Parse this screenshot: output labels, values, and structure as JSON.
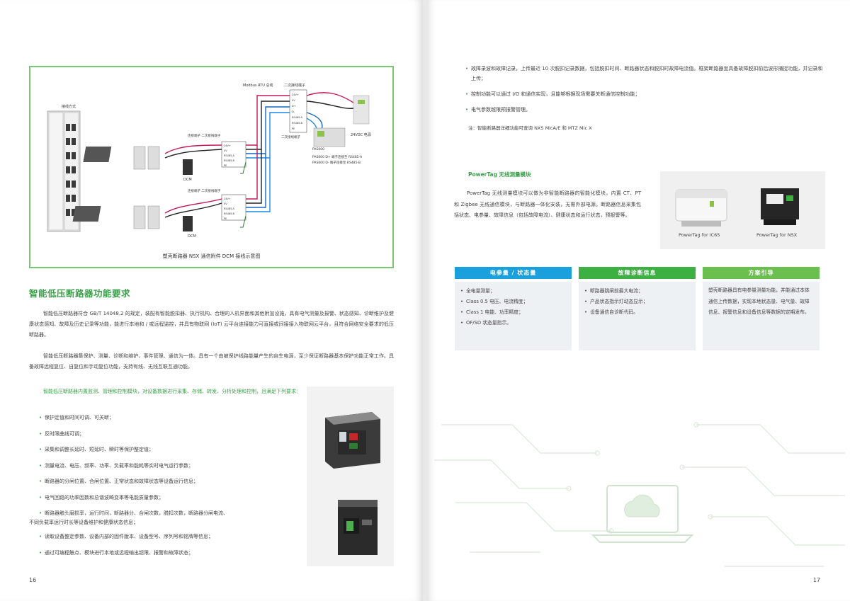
{
  "left_page": {
    "diagram": {
      "caption": "塑壳断路器 NSX 通信附件 DCM 接线示意图",
      "label_cabinet": "接线方式",
      "label_modbus": "Modbus RTU 总线",
      "label_secondary": "二次接线端子",
      "label_mid_top": "连接端子 二次接线端子",
      "label_mid_bot": "连接端子 二次接线端子",
      "label_dcm_1": "DCM",
      "label_dcm_2": "DCM",
      "label_24v": "24VDC 电源",
      "label_pas600": "PAS600",
      "label_pas600_1": "PAS600 D+ 端子连接至 RS485-A",
      "label_pas600_2": "PAS600 D- 端子连接至 RS485-B",
      "label_side": "二次接线端子",
      "terminals_top": [
        "24V+",
        "0V",
        "D+",
        "D-",
        "RS485-A",
        "RS485-B",
        "PE"
      ],
      "terminals_mid": [
        "24V+",
        "0V",
        "RS485-A",
        "RS485-B",
        "PE"
      ]
    },
    "title": "智能低压断路器功能要求",
    "para1": "智能低压断路器符合 GB/T 14048.2 的规定，装配有智能脱扣器、执行机构、合理的人机界面和其他附加设施，具有电气测量及报警、状态感知、诊断维护及健康状态感知、故障及历史记录等功能，能进行本地和 / 或远程监控，并具有物联网 (IoT) 云平台连接能力可直接或间接接入物联网云平台，且符合网络安全要求的低压断路器。",
    "para2": "智能低压断路器集保护、测量、诊断和维护、事件管理、通信为一体。具有一个由被保护线路能量产生的自生电源，至少保证断路器基本保护功能正常工作。具备故障远程复位、自复位和手动复位功能，支持有线、无线互联互通功能。",
    "green_intro": "智能低压断路器内置监测、管理和控制模块，对设备数据进行采集、存储、转发、分析处理和控制，且满足下列要求：",
    "bullets": [
      "保护定值和时间可调、可关断；",
      "反时限曲线可调；",
      "采集和调整长延时、短延时、瞬时等保护整定值；",
      "测量电流、电压、频率、功率、负载率和能耗等实时电气运行参数；",
      "断路器的分闸位置、合闸位置、正常状态和故障状态等设备运行信息；",
      "电气回路的功率因数和总谐波畸变率等电能质量参数；",
      "断路器触头磨损率，运行时间，断路器分、合闸次数，脱扣次数，断路器分闸电流、",
      "读取设备整定参数、设备内部的固件版本、设备型号、序列号和铭牌等信息；",
      "通过可编程触点、模块进行本地或远程输出超限、报警和故障状态；"
    ],
    "bullet7_cont": "不同负载率运行时长等设备维护和健康状态信息；",
    "page_number": "16"
  },
  "right_page": {
    "bullets": [
      "故障录波和故障记录，上传最近 10 次脱扣记录数据，包括脱扣时间、断路器状态和脱扣时故障电流值。框架断路器宜具备故障脱扣前后波形捕捉功能，并记录和上传；",
      "控制功能可以通过 I/O 和通信实现，且能够根据现场需要关断通信控制功能；",
      "电气参数越限预报警管理。"
    ],
    "note": "注：智能断路器详细功能可查询 NXS MicA/E 和 MTZ Mic X",
    "powertag_title": "PowerTag 无线测量模块",
    "powertag_text": "PowerTag 无线测量模块可以做为非智能断路器的智能化模块，内置 CT、PT 和 Zigbee 无线通信模块，与断路器一体化安装，无需外部电源。断路器信息采集包括状态、电参量、故障信息（包括故障电流）、健康状态和运行状态，预报警等。",
    "powertag_label_1": "PowerTag for iC65",
    "powertag_label_2": "PowerTag for NSX",
    "columns": [
      {
        "title": "电参量 / 状态量",
        "color": "#1aa0dc",
        "items": [
          "全电量测量；",
          "Class 0.5 电压、电流精度；",
          "Class 1 电能、功率精度；",
          "OF/SD 状态量指示。"
        ]
      },
      {
        "title": "故障诊断信息",
        "color": "#3db043",
        "items": [
          "断路器跳闸前最大电流；",
          "产品状态指示灯动态显示；",
          "设备通信自诊断代码。"
        ]
      },
      {
        "title": "方案引导",
        "color": "#6bbf4e",
        "text": "塑壳断路器具有电参量测量功能，并能通过本体通信上传数据，实现本地状态量、电气量、故障信息、报警信息和设备信息等数据的定期发布。"
      }
    ],
    "page_number": "17"
  },
  "colors": {
    "green": "#3ba04a",
    "blue": "#1aa0dc",
    "frame_green": "#7cc576"
  }
}
